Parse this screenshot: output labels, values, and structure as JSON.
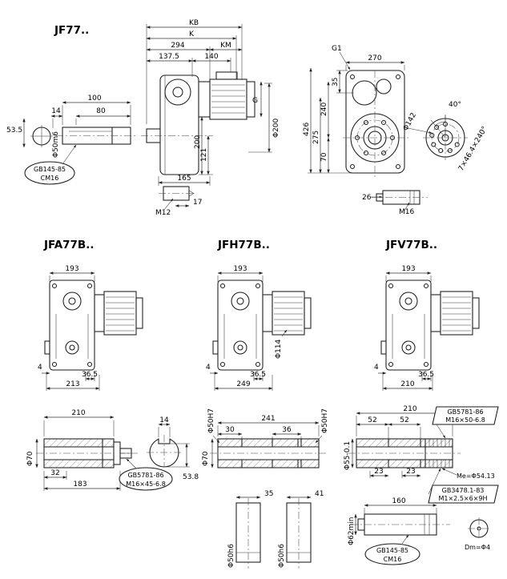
{
  "page": {
    "background": "#ffffff",
    "line_color": "#000000"
  },
  "jf77": {
    "title": "JF77..",
    "dims": {
      "kb": "KB",
      "k": "K",
      "v294": "294",
      "km": "KM",
      "v137_5": "137.5",
      "v140": "140",
      "v14": "14",
      "v100": "100",
      "v80": "80",
      "v53_5": "53.5",
      "shaft_dia": "Φ50m6",
      "center_hole_1": "GB145-85",
      "center_hole_2": "CM16",
      "dia200": "Φ200",
      "g": "G",
      "v200": "200",
      "v121": "121",
      "v165": "165",
      "m12": "M12",
      "v17": "17",
      "g1": "G1",
      "v270": "270",
      "v426": "426",
      "v275": "275",
      "v240": "240",
      "v70": "70",
      "v35": "35",
      "dia142": "Φ142",
      "a40": "40°",
      "hole_pattern": "7×46.4×240°",
      "v26": "26",
      "m16": "M16"
    }
  },
  "jfa77b": {
    "title": "JFA77B..",
    "dims": {
      "v193": "193",
      "v4": "4",
      "v36_5": "36.5",
      "v213": "213"
    }
  },
  "jfh77b": {
    "title": "JFH77B..",
    "dims": {
      "v193": "193",
      "dia114": "Φ114",
      "v4": "4",
      "v36_5": "36.5",
      "v249": "249"
    }
  },
  "jfv77b": {
    "title": "JFV77B..",
    "dims": {
      "v193": "193",
      "v4": "4",
      "v36_5": "36.5",
      "v210": "210"
    }
  },
  "shaft_bolted": {
    "v210": "210",
    "dia70": "Φ70",
    "v32": "32",
    "v183": "183",
    "bolt_note_1": "GB5781-86",
    "bolt_note_2": "M16×45-6.8"
  },
  "key_section": {
    "v14": "14",
    "v53_8": "53.8"
  },
  "shaft_plain": {
    "bore_left": "Φ50H7",
    "bore_right": "Φ50H7",
    "v241": "241",
    "v30": "30",
    "v36": "36",
    "dia70": "Φ70",
    "v35": "35",
    "v41": "41",
    "end_left": "Φ50h6",
    "end_right": "Φ50h6"
  },
  "shaft_spline": {
    "v210": "210",
    "v52a": "52",
    "v52b": "52",
    "bolt_note_1": "GB5781-86",
    "bolt_note_2": "M16×50-6.8",
    "dia55": "Φ55-0.1",
    "v23a": "23",
    "v23b": "23",
    "me": "Me=Φ54.13",
    "spline_note_1": "GB3478.1-83",
    "spline_note_2": "M1×2.5×6×9H",
    "v160": "160",
    "dia62": "Φ62min",
    "center_hole_1": "GB145-85",
    "center_hole_2": "CM16",
    "dm": "Dm=Φ4"
  }
}
